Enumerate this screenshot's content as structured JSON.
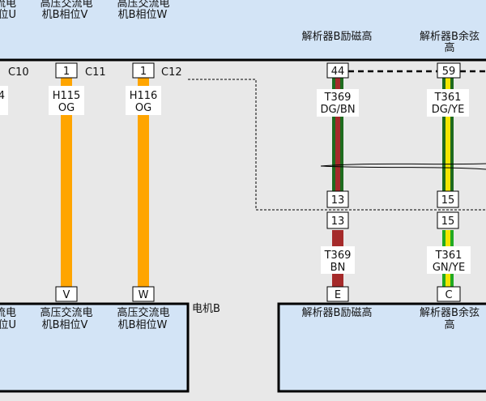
{
  "top_module": {
    "labels": [
      "流电",
      "位U",
      "高压交流电",
      "机B相位V",
      "高压交流电",
      "机B相位W"
    ],
    "resolver_labels": [
      "解析器B励磁高",
      "解析器B余弦",
      "高"
    ]
  },
  "connectors": {
    "c10": "C10",
    "c11": "C11",
    "c12": "C12"
  },
  "pins_top": {
    "c11": "1",
    "c12": "1",
    "p44": "44",
    "p59": "59"
  },
  "wires": {
    "h115_code": "H115",
    "h115_color": "OG",
    "h116_code": "H116",
    "h116_color": "OG",
    "partial": "4",
    "t369_top_code": "T369",
    "t369_top_color": "DG/BN",
    "t361_top_code": "T361",
    "t361_top_color": "DG/YE",
    "t369_bottom_code": "T369",
    "t369_bottom_color": "BN",
    "t361_bottom_code": "T361",
    "t361_bottom_color": "GN/YE"
  },
  "splice_pins": {
    "left_upper": "13",
    "right_upper": "15",
    "left_lower": "13",
    "right_lower": "15"
  },
  "bottom_pins": {
    "v": "V",
    "w": "W",
    "e": "E",
    "c": "C"
  },
  "bottom_module": {
    "motor_label": "电机B",
    "labels": [
      "流电",
      "位U",
      "高压交流电",
      "机B相位V",
      "高压交流电",
      "机B相位W"
    ],
    "resolver_labels": [
      "解析器B励磁高",
      "解析器B余弦",
      "高"
    ]
  },
  "colors": {
    "orange": "#FFA500",
    "brown": "#A52A2A",
    "dark_green": "#1E6B1E",
    "green": "#22AA22",
    "yellow": "#F2E600",
    "module_fill": "#D3E4F6"
  }
}
